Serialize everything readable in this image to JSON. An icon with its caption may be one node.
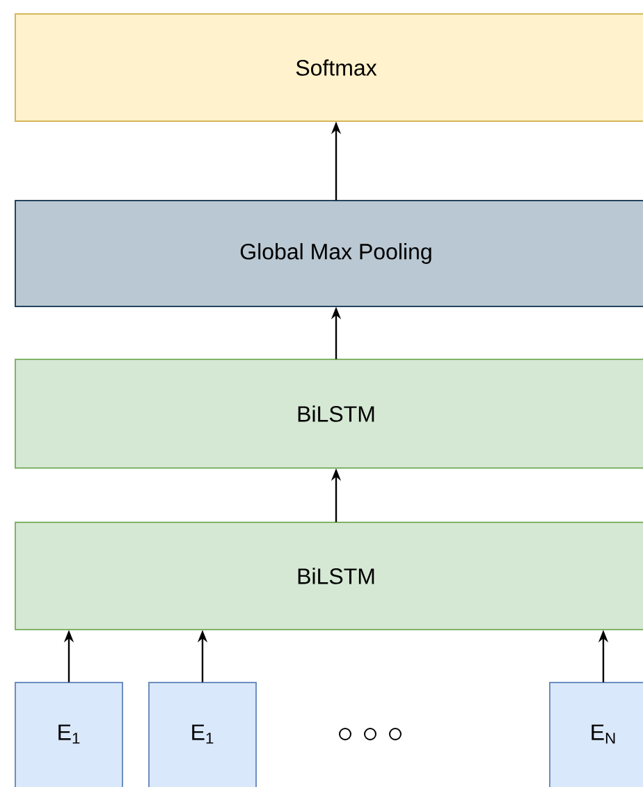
{
  "diagram": {
    "nodes": [
      {
        "text": [
          "Softmax"
        ]
      },
      {
        "text": [
          "Global Max Pooling"
        ]
      },
      {
        "text": [
          "BiLSTM"
        ]
      },
      {
        "text": [
          "BiLSTM"
        ]
      },
      {
        "text": [
          "E$_{1}$"
        ]
      },
      {
        "text": [
          "E$_{1}$"
        ]
      },
      {
        "text": [
          "E$_{N}$"
        ]
      }
    ],
    "edges": [
      {
        "from": 1,
        "to": 0,
        "arrow": "to"
      },
      {
        "from": 2,
        "to": 1,
        "arrow": "to"
      },
      {
        "from": 3,
        "to": 2,
        "arrow": "to"
      },
      {
        "from": 4,
        "to": 3,
        "arrow": "to"
      },
      {
        "from": 5,
        "to": 3,
        "arrow": "to"
      },
      {
        "from": 6,
        "to": 3,
        "arrow": "to"
      }
    ]
  }
}
